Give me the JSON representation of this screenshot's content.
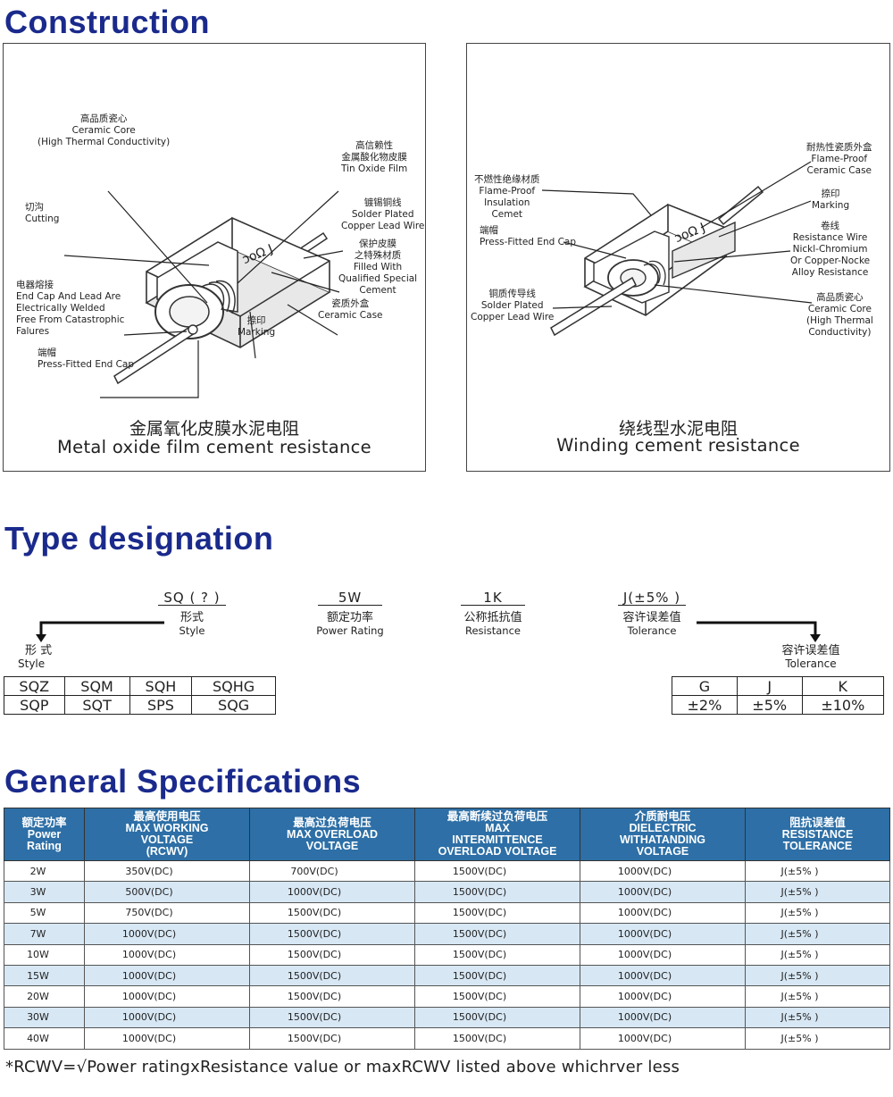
{
  "construction": {
    "title": "Construction",
    "left": {
      "caption_cn": "金属氧化皮膜水泥电阻",
      "caption_en": "Metal oxide film cement resistance",
      "case_marking": "ɔoΩ J",
      "labels": {
        "ceramic_core": [
          "高品质瓷心",
          "Ceramic Core",
          "(High Thermal Conductivity)"
        ],
        "tin_oxide": [
          "高信赖性",
          "金属酸化物皮膜",
          "Tin Oxide Film"
        ],
        "cutting": [
          "切沟",
          "Cutting"
        ],
        "lead_wire": [
          "镀锡铜线",
          "Solder Plated",
          "Copper Lead Wire"
        ],
        "cement": [
          "保护皮膜",
          "之特殊材质",
          "Filled With",
          "Qualified Special",
          "Cement"
        ],
        "end_cap": [
          "电器熔接",
          "End Cap And Lead Are",
          "Electrically Welded",
          "Free From Catastrophic",
          "Falures"
        ],
        "ceramic_case": [
          "瓷质外盒",
          "Ceramic Case"
        ],
        "marking": [
          "捺印",
          "Marking"
        ],
        "press_cap": [
          "端帽",
          "Press-Fitted End Cap"
        ]
      }
    },
    "right": {
      "caption_cn": "绕线型水泥电阻",
      "caption_en": "Winding cement resistance",
      "case_marking": "ɔoΩ J",
      "labels": {
        "flame_case": [
          "耐热性瓷质外盒",
          "Flame-Proof",
          "Ceramic Case"
        ],
        "insulation": [
          "不燃性绝缘材质",
          "Flame-Proof",
          "Insulation",
          "Cemet"
        ],
        "marking": [
          "捺印",
          "Marking"
        ],
        "press_cap": [
          "端帽",
          "Press-Fitted End Cap"
        ],
        "res_wire": [
          "卷线",
          "Resistance Wire",
          "Nickl-Chromium",
          "Or Copper-Nocke",
          "Alloy Resistance"
        ],
        "lead_wire": [
          "铜质传导线",
          "Solder Plated",
          "Copper Lead Wire"
        ],
        "ceramic_core": [
          "高品质瓷心",
          "Ceramic Core",
          "(High Thermal",
          "Conductivity)"
        ]
      }
    }
  },
  "type_designation": {
    "title": "Type designation",
    "parts": [
      {
        "code": "SQ ( ? )",
        "cn": "形式",
        "en": "Style"
      },
      {
        "code": "5W",
        "cn": "额定功率",
        "en": "Power Rating"
      },
      {
        "code": "1K",
        "cn": "公称抵抗值",
        "en": "Resistance"
      },
      {
        "code": "J(±5% )",
        "cn": "容许误差值",
        "en": "Tolerance"
      }
    ],
    "style_table": {
      "cn": "形 式",
      "en": "Style",
      "rows": [
        [
          "SQZ",
          "SQM",
          "SQH",
          "SQHG"
        ],
        [
          "SQP",
          "SQT",
          "SPS",
          "SQG"
        ]
      ]
    },
    "tolerance_table": {
      "cn": "容许误差值",
      "en": "Tolerance",
      "rows": [
        [
          "G",
          "J",
          "K"
        ],
        [
          "±2%",
          "±5%",
          "±10%"
        ]
      ]
    }
  },
  "specs": {
    "title": "General Specifications",
    "headers": [
      [
        "额定功率",
        "Power",
        "Rating"
      ],
      [
        "最高使用电压",
        "MAX WORKING",
        "VOLTAGE",
        "(RCWV)"
      ],
      [
        "最高过负荷电压",
        "MAX OVERLOAD",
        "VOLTAGE"
      ],
      [
        "最高断续过负荷电压",
        "MAX",
        "INTERMITTENCE",
        "OVERLOAD VOLTAGE"
      ],
      [
        "介质耐电压",
        "DIELECTRIC",
        "WITHATANDING",
        "VOLTAGE"
      ],
      [
        "阻抗误差值",
        "RESISTANCE",
        "TOLERANCE"
      ]
    ],
    "rows": [
      [
        "2W",
        "350V(DC)",
        "700V(DC)",
        "1500V(DC)",
        "1000V(DC)",
        "J(±5% )"
      ],
      [
        "3W",
        "500V(DC)",
        "1000V(DC)",
        "1500V(DC)",
        "1000V(DC)",
        "J(±5% )"
      ],
      [
        "5W",
        "750V(DC)",
        "1500V(DC)",
        "1500V(DC)",
        "1000V(DC)",
        "J(±5% )"
      ],
      [
        "7W",
        "1000V(DC)",
        "1500V(DC)",
        "1500V(DC)",
        "1000V(DC)",
        "J(±5% )"
      ],
      [
        "10W",
        "1000V(DC)",
        "1500V(DC)",
        "1500V(DC)",
        "1000V(DC)",
        "J(±5% )"
      ],
      [
        "15W",
        "1000V(DC)",
        "1500V(DC)",
        "1500V(DC)",
        "1000V(DC)",
        "J(±5% )"
      ],
      [
        "20W",
        "1000V(DC)",
        "1500V(DC)",
        "1500V(DC)",
        "1000V(DC)",
        "J(±5% )"
      ],
      [
        "30W",
        "1000V(DC)",
        "1500V(DC)",
        "1500V(DC)",
        "1000V(DC)",
        "J(±5% )"
      ],
      [
        "40W",
        "1000V(DC)",
        "1500V(DC)",
        "1500V(DC)",
        "1000V(DC)",
        "J(±5% )"
      ]
    ],
    "footnote": "*RCWV=√Power ratingxResistance value or maxRCWV listed above whichrver less"
  }
}
